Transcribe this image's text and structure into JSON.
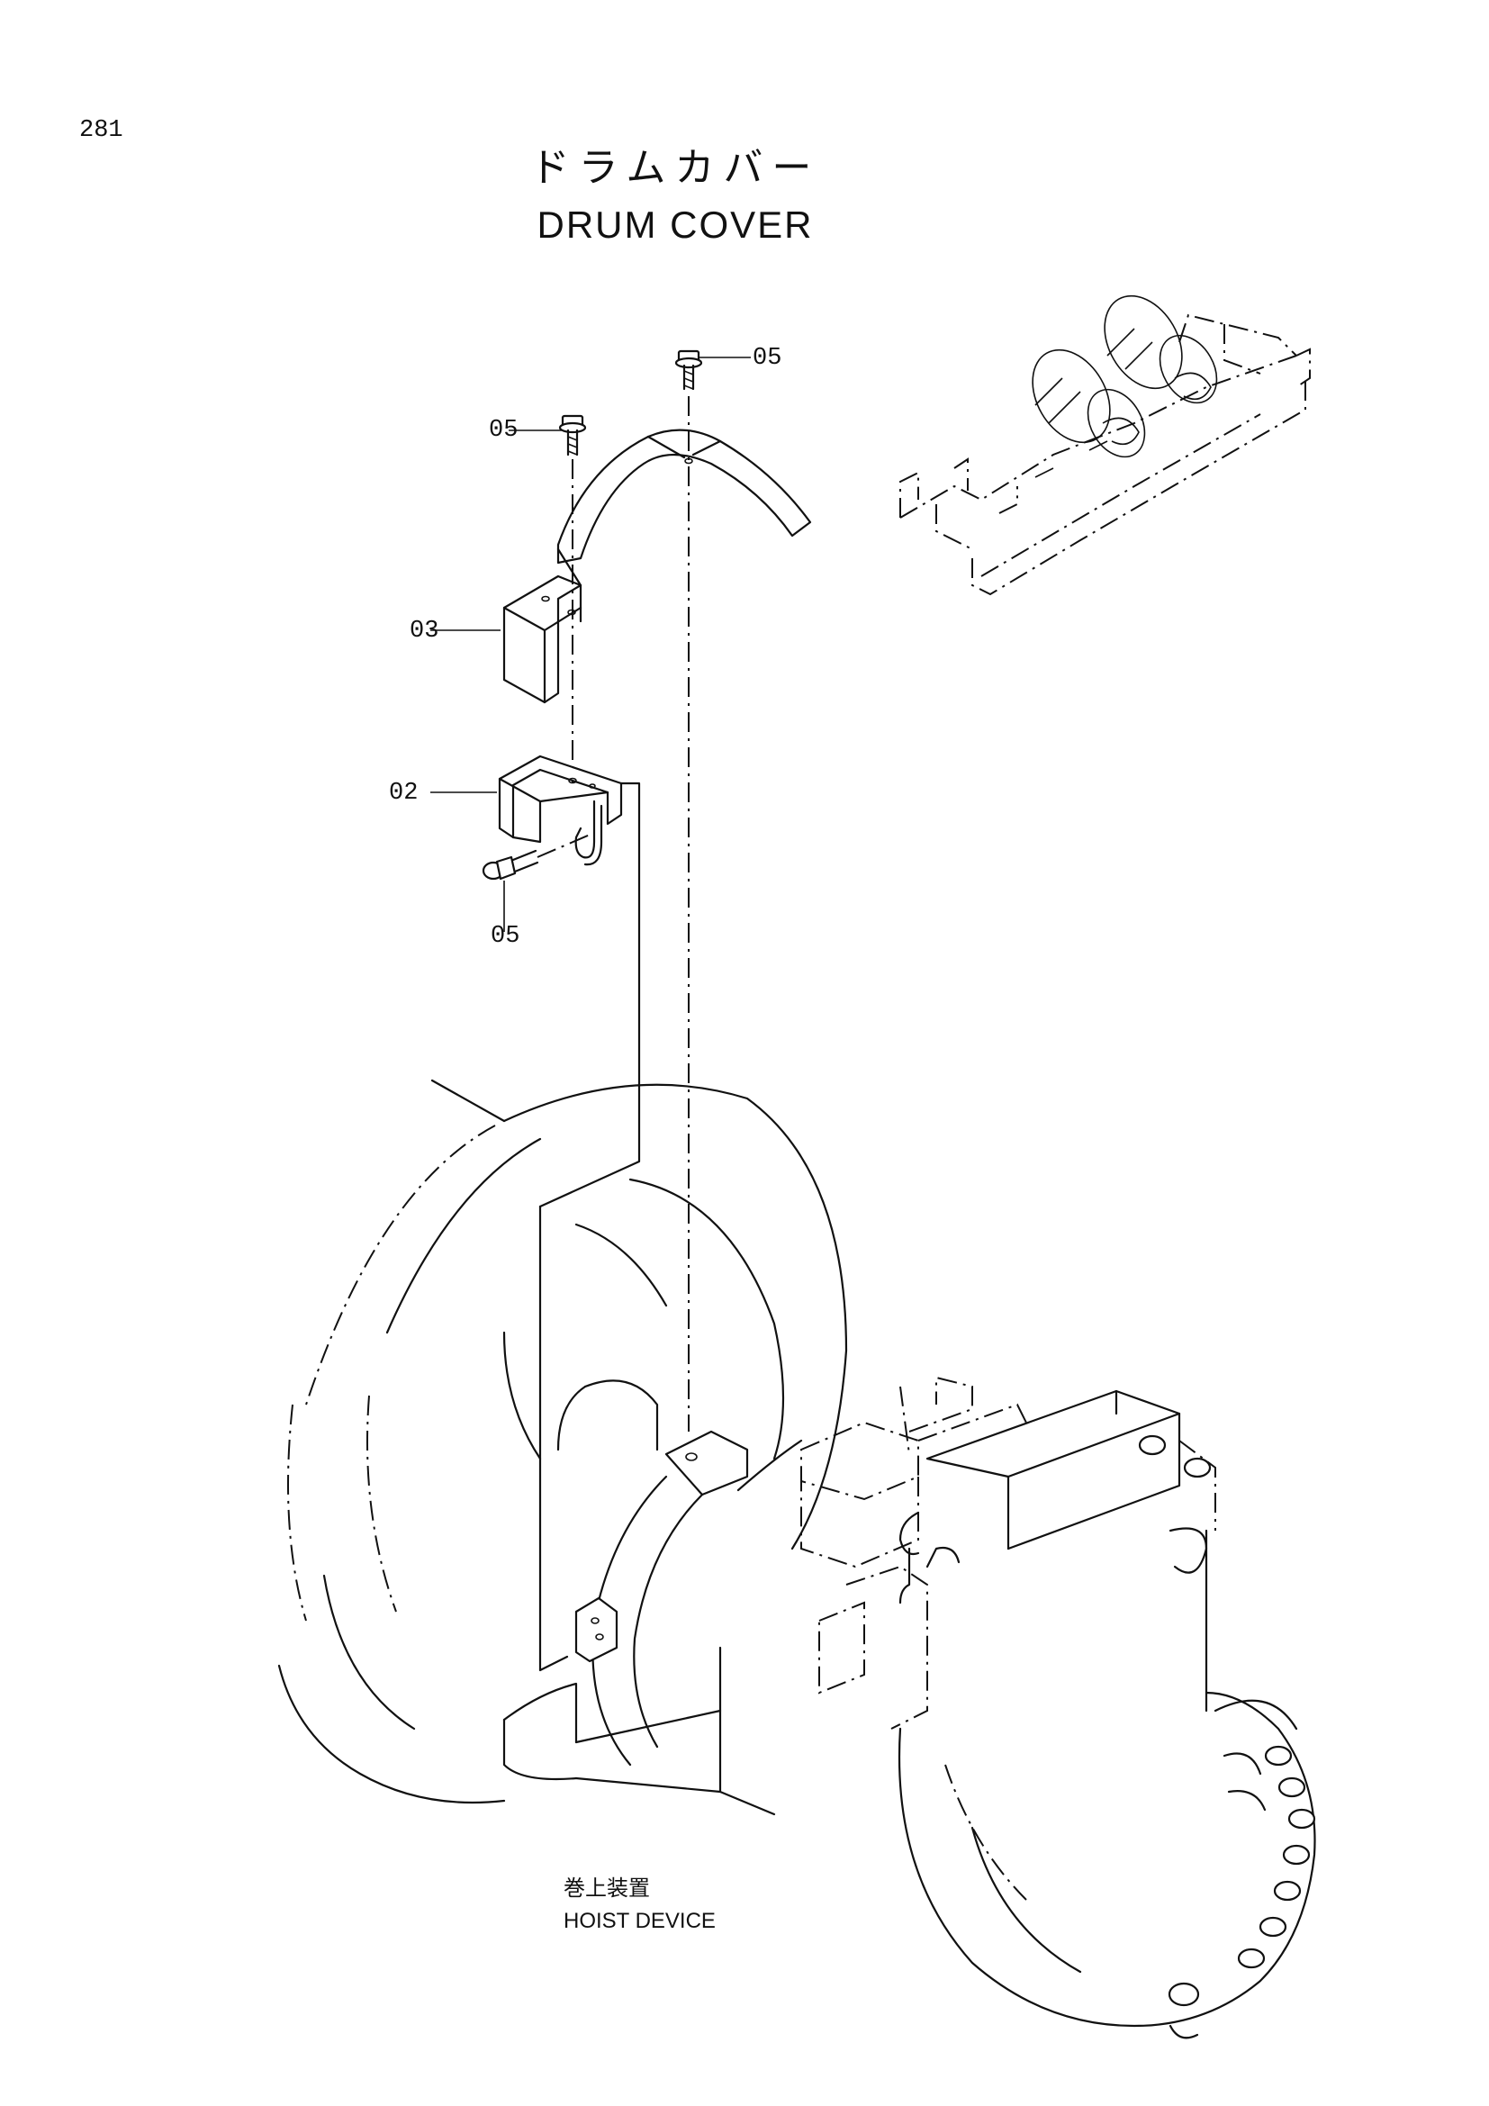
{
  "page": {
    "number": "281"
  },
  "title": {
    "japanese": "ドラムカバー",
    "english": "DRUM COVER"
  },
  "callouts": [
    {
      "id": "05",
      "label": "05"
    },
    {
      "id": "05",
      "label": "05"
    },
    {
      "id": "03",
      "label": "03"
    },
    {
      "id": "02",
      "label": "02"
    },
    {
      "id": "05",
      "label": "05"
    }
  ],
  "assembly": {
    "japanese": "巻上装置",
    "english": "HOIST DEVICE"
  }
}
